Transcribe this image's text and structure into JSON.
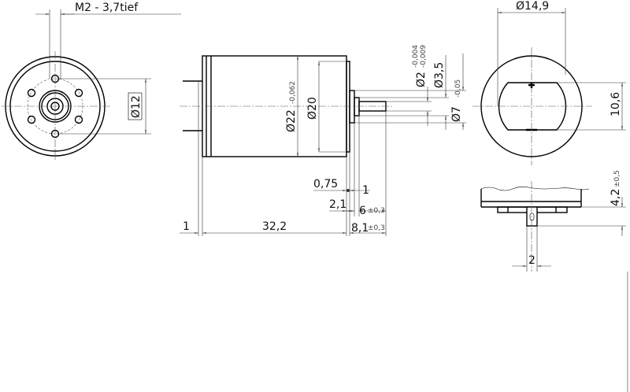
{
  "front_view": {
    "thread_label": "M2  -  3,7tief",
    "hole_circle_dia": "Ø12"
  },
  "side_view": {
    "body_dia": "Ø22",
    "body_dia_tol": "-0,062",
    "flange_dia": "Ø20",
    "shaft_dia": "Ø2",
    "shaft_dia_tol_upper": "-0,004",
    "shaft_dia_tol_lower": "-0,009",
    "collar_dia": "Ø3,5",
    "boss_dia": "Ø7",
    "boss_dia_tol": "-0,05",
    "dim_075": "0,75",
    "dim_1_right": "1",
    "dim_21": "2,1",
    "dim_6": "6",
    "dim_6_tol": "±0,3",
    "dim_1_left": "1",
    "dim_322": "32,2",
    "dim_81": "8,1",
    "dim_81_tol": "±0,3"
  },
  "rear_view": {
    "outer_dia": "Ø14,9",
    "slot_height": "10,6",
    "terminal_height": "4,2",
    "terminal_height_tol": "±0,5",
    "terminal_width": "2"
  }
}
